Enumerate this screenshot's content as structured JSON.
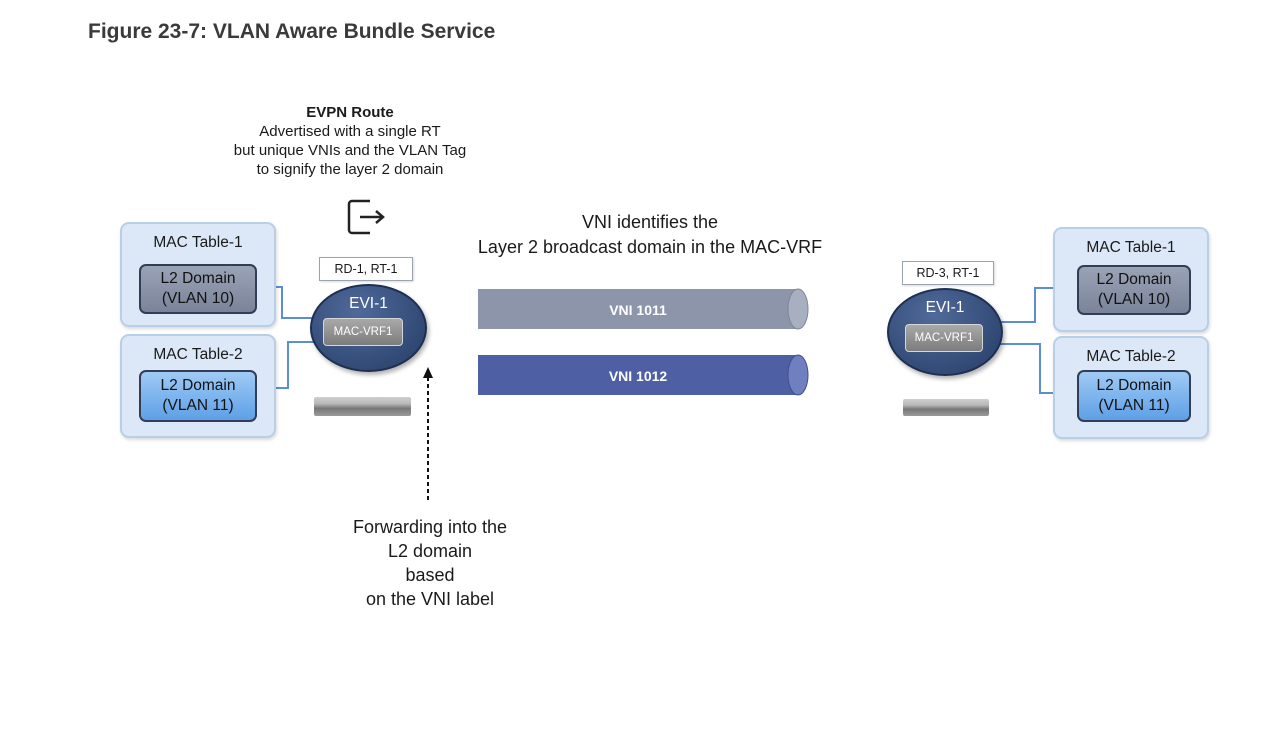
{
  "figure_title": "Figure 23-7: VLAN Aware Bundle Service",
  "evpn_route": {
    "title": "EVPN Route",
    "lines": [
      "Advertised with a single RT",
      "but unique VNIs and the VLAN Tag",
      "to signify the layer 2 domain"
    ]
  },
  "vni_note": {
    "lines": [
      "VNI identifies the",
      "Layer 2 broadcast domain in the MAC-VRF"
    ]
  },
  "forwarding_note": {
    "lines": [
      "Forwarding into the",
      "L2 domain",
      "based",
      "on the VNI label"
    ]
  },
  "left_site": {
    "rd_rt": "RD-1, RT-1",
    "evi": "EVI-1",
    "mac_vrf": "MAC-VRF1",
    "tables": [
      {
        "label": "MAC Table-1",
        "domain": "L2 Domain",
        "vlan": "(VLAN 10)"
      },
      {
        "label": "MAC Table-2",
        "domain": "L2 Domain",
        "vlan": "(VLAN 11)"
      }
    ]
  },
  "right_site": {
    "rd_rt": "RD-3, RT-1",
    "evi": "EVI-1",
    "mac_vrf": "MAC-VRF1",
    "tables": [
      {
        "label": "MAC Table-1",
        "domain": "L2 Domain",
        "vlan": "(VLAN 10)"
      },
      {
        "label": "MAC Table-2",
        "domain": "L2 Domain",
        "vlan": "(VLAN 11)"
      }
    ]
  },
  "tunnels": [
    {
      "label": "VNI 1011",
      "color": "#8c95aa"
    },
    {
      "label": "VNI 1012",
      "color": "#4e5fa3"
    }
  ],
  "icons": {
    "route": "export-arrow-icon",
    "switch": "switch-icon"
  }
}
